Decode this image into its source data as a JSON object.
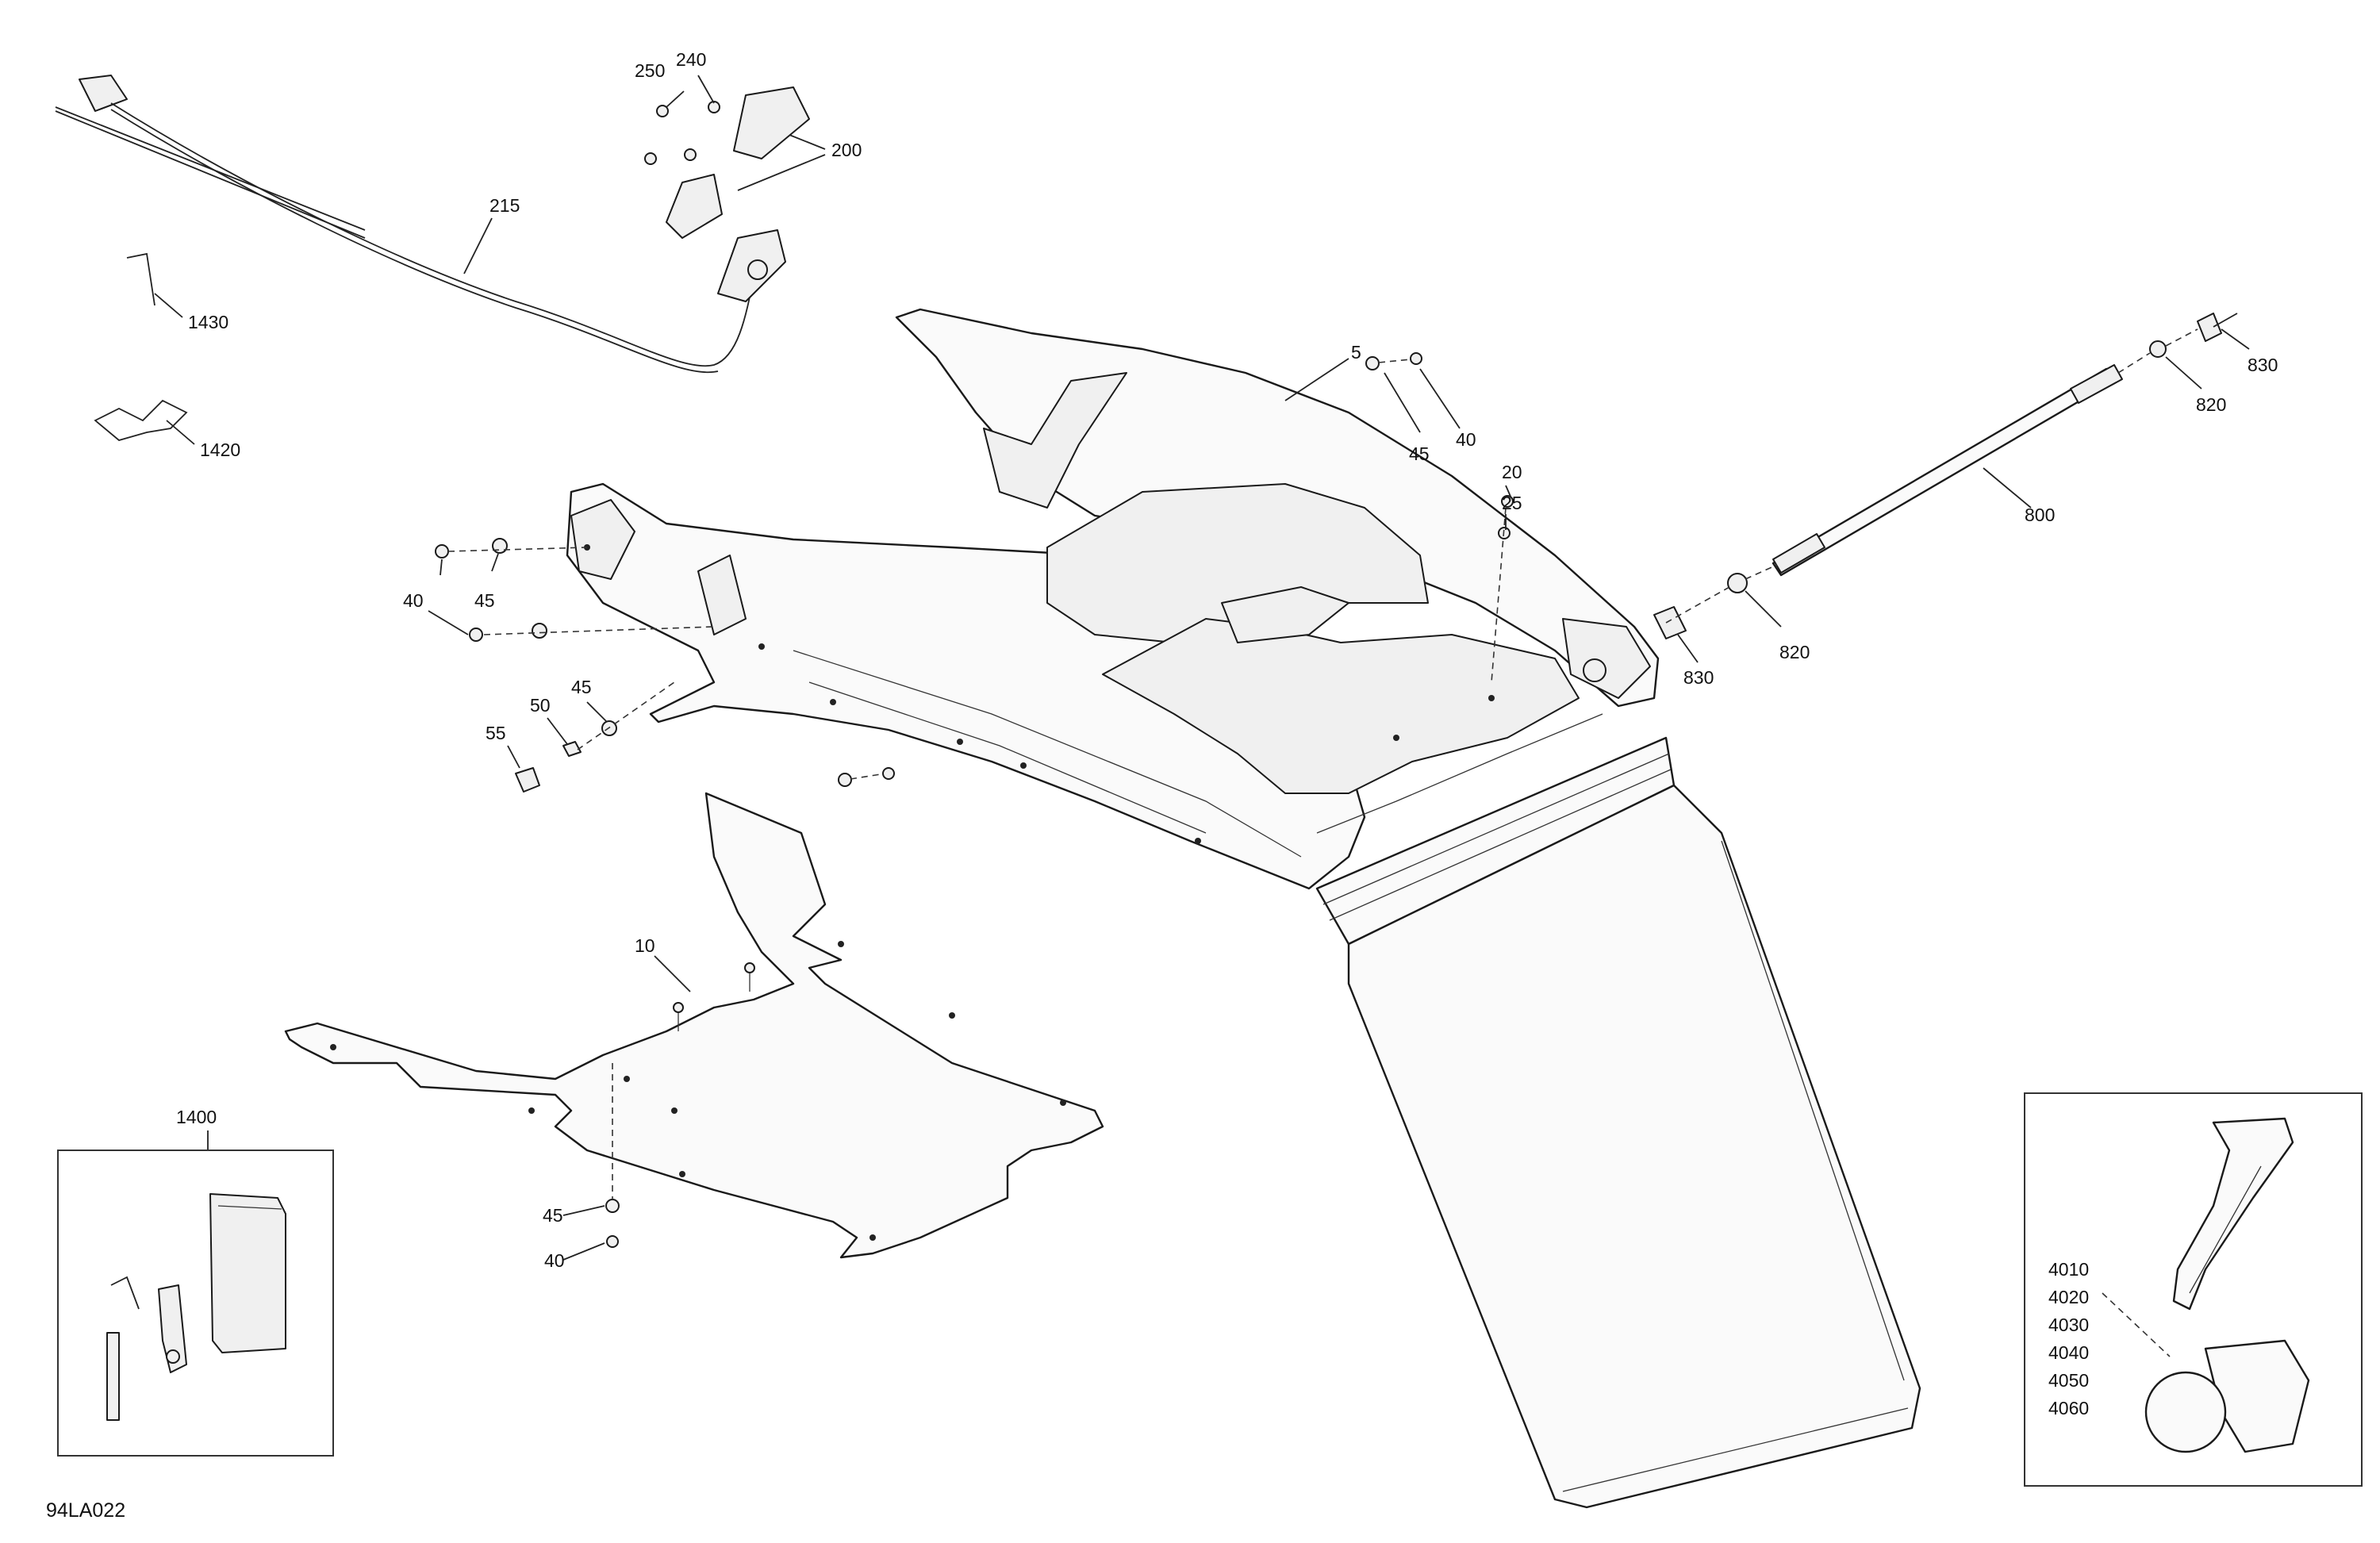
{
  "figure_code": "94LA022",
  "callouts": {
    "c250": "250",
    "c240": "240",
    "c200": "200",
    "c215": "215",
    "c1430": "1430",
    "c1420": "1420",
    "c5": "5",
    "c45a": "45",
    "c40a": "40",
    "c20": "20",
    "c25": "25",
    "c830a": "830",
    "c820a": "820",
    "c800": "800",
    "c820b": "820",
    "c830b": "830",
    "c40b": "40",
    "c45b": "45",
    "c45c": "45",
    "c50": "50",
    "c55": "55",
    "c10": "10",
    "c1400": "1400",
    "c45d": "45",
    "c40c": "40",
    "c4010": "4010",
    "c4020": "4020",
    "c4030": "4030",
    "c4040": "4040",
    "c4050": "4050",
    "c4060": "4060"
  }
}
